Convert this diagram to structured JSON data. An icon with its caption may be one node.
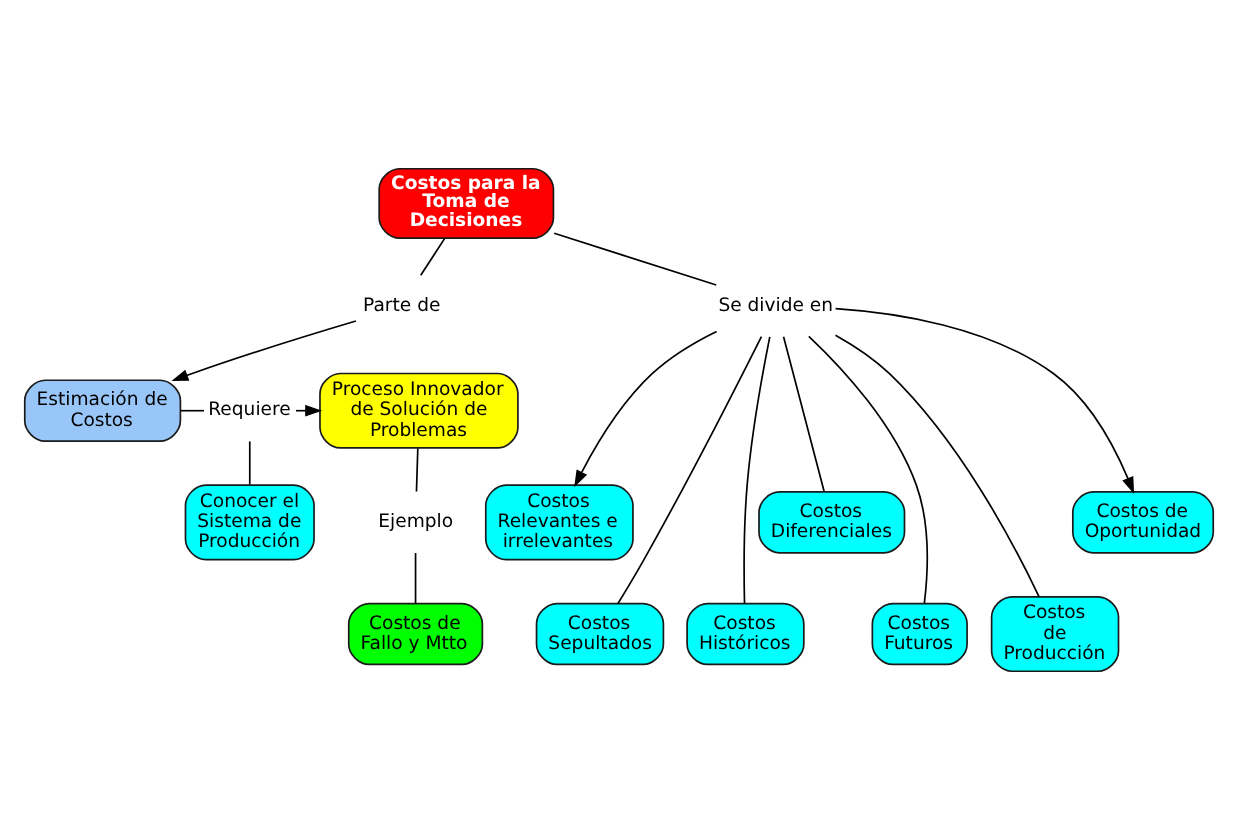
{
  "diagram": {
    "nodes": [
      {
        "text": [
          "Proceso Innovador de Solución de Problemas"
        ]
      },
      {
        "text": [
          "Requiere"
        ]
      },
      {
        "text": [
          "Estimación de Costos"
        ]
      },
      {
        "text": [
          "Ejemplo"
        ]
      },
      {
        "text": [
          "Conocer el Sistema de Producción"
        ]
      },
      {
        "text": [
          "Parte de"
        ]
      },
      {
        "text": [
          "Costos de Fallo y Mtto"
        ]
      },
      {
        "text": [
          "Costos para la Toma de Decisiones"
        ]
      },
      {
        "text": [
          "Costos Relevantes e irrelevantes"
        ]
      },
      {
        "text": [
          "Se divide en"
        ]
      },
      {
        "text": [
          "Costos de Oportunidad"
        ]
      },
      {
        "text": [
          "Costos Sepultados"
        ]
      },
      {
        "text": [
          "Costos Diferenciales"
        ]
      },
      {
        "text": [
          "Costos Futuros"
        ]
      },
      {
        "text": [
          "Costos de Producción"
        ]
      },
      {
        "text": [
          "Costos Históricos"
        ]
      }
    ],
    "edges": [
      {
        "from": 7,
        "to": 5,
        "arrow": "none"
      },
      {
        "from": 5,
        "to": 2,
        "arrow": "to"
      },
      {
        "from": 2,
        "to": 1,
        "arrow": "none"
      },
      {
        "from": 1,
        "to": 0,
        "arrow": "to"
      },
      {
        "from": 1,
        "to": 4,
        "arrow": "none"
      },
      {
        "from": 0,
        "to": 3,
        "arrow": "none"
      },
      {
        "from": 3,
        "to": 6,
        "arrow": "none"
      },
      {
        "from": 7,
        "to": 9,
        "arrow": "none"
      },
      {
        "from": 9,
        "to": 8,
        "arrow": "to"
      },
      {
        "from": 9,
        "to": 11,
        "arrow": "none"
      },
      {
        "from": 9,
        "to": 15,
        "arrow": "none"
      },
      {
        "from": 9,
        "to": 12,
        "arrow": "none"
      },
      {
        "from": 9,
        "to": 13,
        "arrow": "none"
      },
      {
        "from": 9,
        "to": 14,
        "arrow": "none"
      },
      {
        "from": 9,
        "to": 10,
        "arrow": "to"
      }
    ]
  }
}
